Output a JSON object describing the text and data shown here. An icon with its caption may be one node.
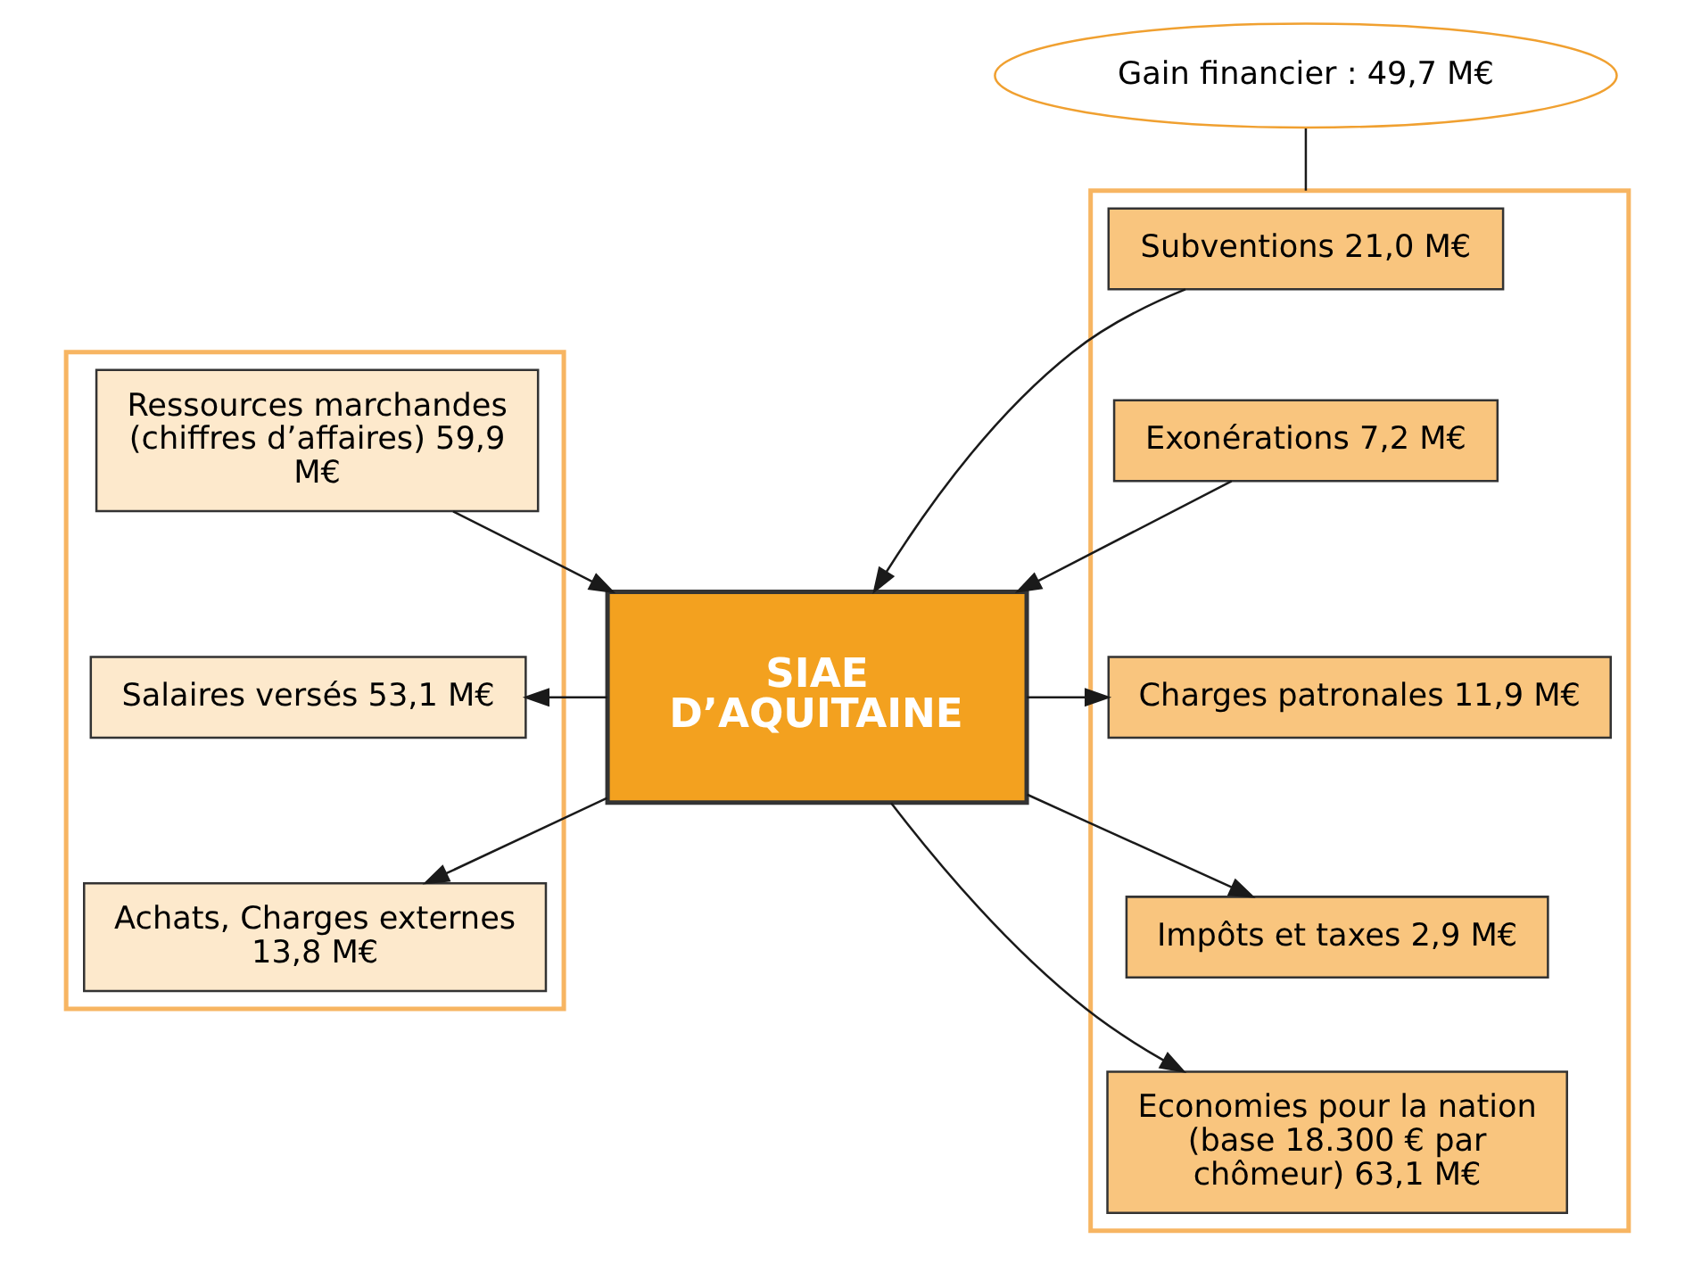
{
  "diagram": {
    "nodes": [
      {
        "text": [],
        "shape": "box"
      },
      {
        "text": [
          "Ressources marchandes (chiffres d’affaires) 59,9 M€"
        ],
        "in": 0
      },
      {
        "text": [],
        "shape": "box"
      },
      {
        "text": [
          "Subventions 21,0 M€"
        ],
        "in": 2
      },
      {
        "text": [
          "Exonérations 7,2 M€"
        ],
        "in": 2
      },
      {
        "text": [
          "SIAE",
          "D’AQUITAINE"
        ]
      },
      {
        "text": [
          "Salaires versés 53,1 M€"
        ],
        "in": 0
      },
      {
        "text": [
          "Charges patronales 11,9 M€"
        ],
        "in": 2
      },
      {
        "text": [
          "Achats, Charges externes 13,8 M€"
        ],
        "in": 0
      },
      {
        "text": [
          "Impôts et taxes 2,9 M€"
        ],
        "in": 2
      },
      {
        "text": [
          "Gain financier : 49,7 M€"
        ]
      },
      {
        "text": [
          "Economies pour la nation (base 18.300 € par chômeur) 63,1 M€"
        ],
        "in": 2
      }
    ],
    "edges": [
      {
        "from": 1,
        "to": 5,
        "arrow": "to"
      },
      {
        "from": 3,
        "to": 5,
        "arrow": "to"
      },
      {
        "from": 4,
        "to": 5,
        "arrow": "to"
      },
      {
        "from": 5,
        "to": 6,
        "arrow": "to"
      },
      {
        "from": 5,
        "to": 7,
        "arrow": "to"
      },
      {
        "from": 5,
        "to": 8,
        "arrow": "to"
      },
      {
        "from": 5,
        "to": 9,
        "arrow": "to"
      },
      {
        "from": 5,
        "to": 11,
        "arrow": "to"
      },
      {
        "from": 10,
        "to": 2,
        "arrow": "none"
      }
    ]
  }
}
